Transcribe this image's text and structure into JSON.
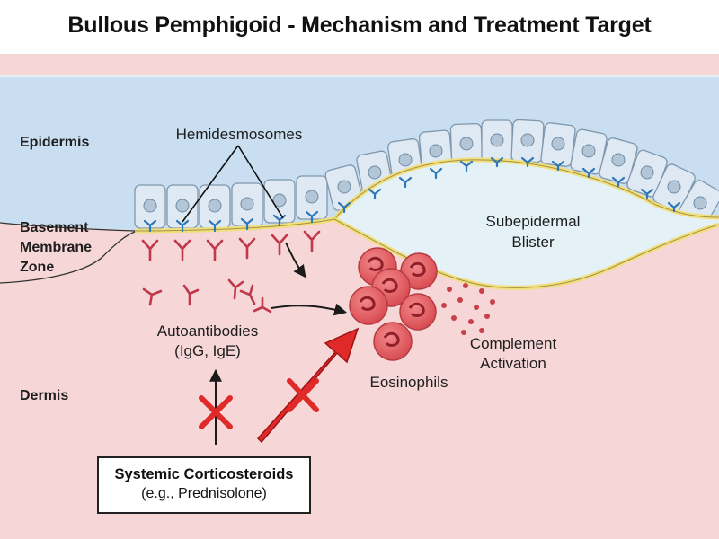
{
  "title": "Bullous Pemphigoid - Mechanism and Treatment Target",
  "labels": {
    "epidermis": "Epidermis",
    "bmz_line1": "Basement",
    "bmz_line2": "Membrane",
    "bmz_line3": "Zone",
    "dermis": "Dermis",
    "hemidesmosomes": "Hemidesmosomes",
    "blister_line1": "Subepidermal",
    "blister_line2": "Blister",
    "autoantibodies_line1": "Autoantibodies",
    "autoantibodies_line2": "(IgG, IgE)",
    "complement_line1": "Complement",
    "complement_line2": "Activation",
    "eosinophils": "Eosinophils"
  },
  "treatment_box": {
    "line1": "Systemic Corticosteroids",
    "line2": "(e.g., Prednisolone)"
  },
  "colors": {
    "epidermis": "#c9dff1",
    "dermis": "#f6d6d6",
    "basement_membrane": "#f2de7a",
    "antibody": "#c0394b",
    "eosinophil": "#e05a5f",
    "inhibit": "#e02a2a",
    "hemidesmosome": "#2f78b8"
  }
}
